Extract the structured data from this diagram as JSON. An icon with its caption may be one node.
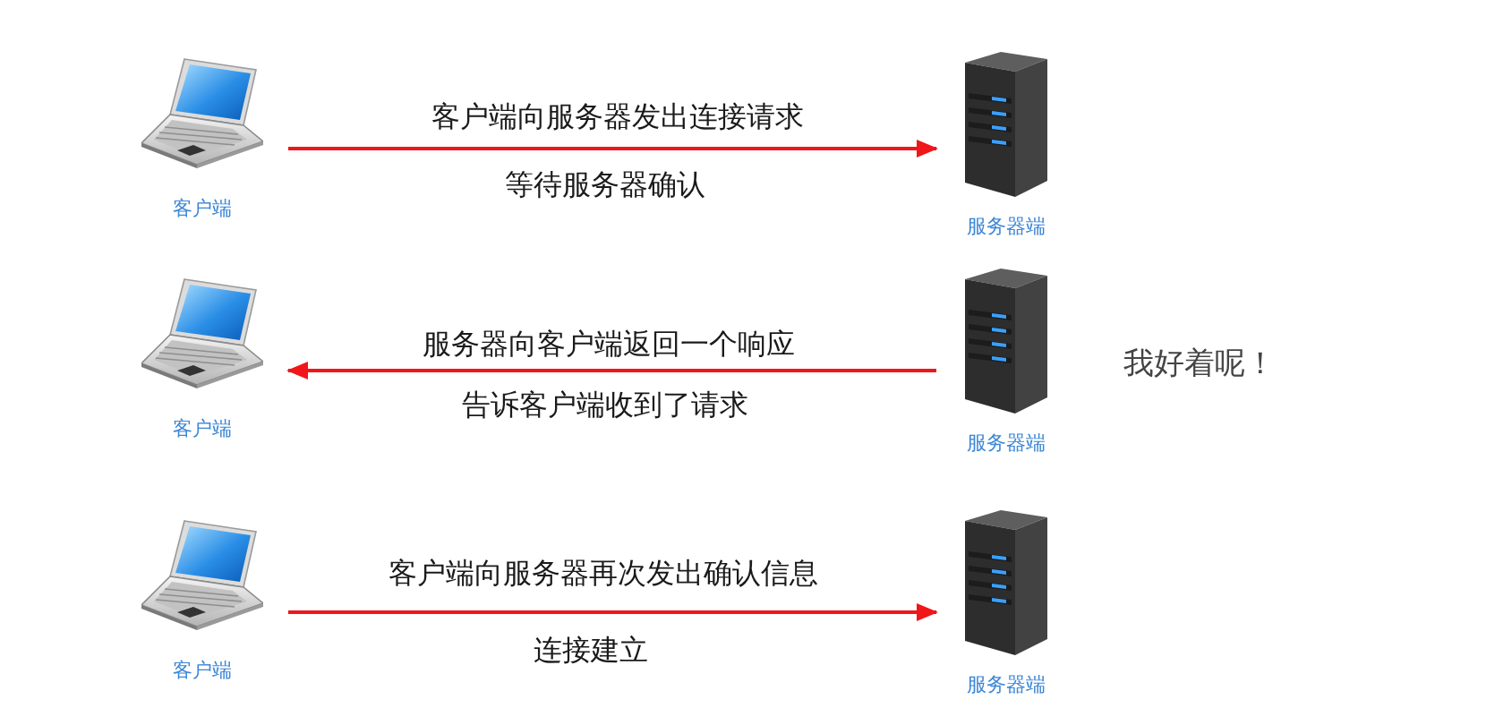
{
  "diagram": {
    "nodes": [
      {
        "text": [
          "客户端"
        ]
      },
      {
        "text": [
          "服务器端"
        ]
      },
      {
        "text": [
          "客户端"
        ]
      },
      {
        "text": [
          "服务器端"
        ],
        "beside": [
          "我好着呢！"
        ]
      },
      {
        "text": [
          "客户端"
        ]
      },
      {
        "text": [
          "服务器端"
        ]
      }
    ],
    "edges": [
      {
        "from": 0,
        "to": 1,
        "arrow": "to",
        "label": "客户端向服务器发出连接请求"
      },
      {
        "from": 3,
        "to": 2,
        "arrow": "to",
        "label": "服务器向客户端返回一个响应"
      },
      {
        "from": 4,
        "to": 5,
        "arrow": "to",
        "label": "客户端向服务器再次发出确认信息"
      }
    ],
    "labels": [
      "等待服务器确认",
      "告诉客户端收到了请求",
      "连接建立"
    ]
  }
}
